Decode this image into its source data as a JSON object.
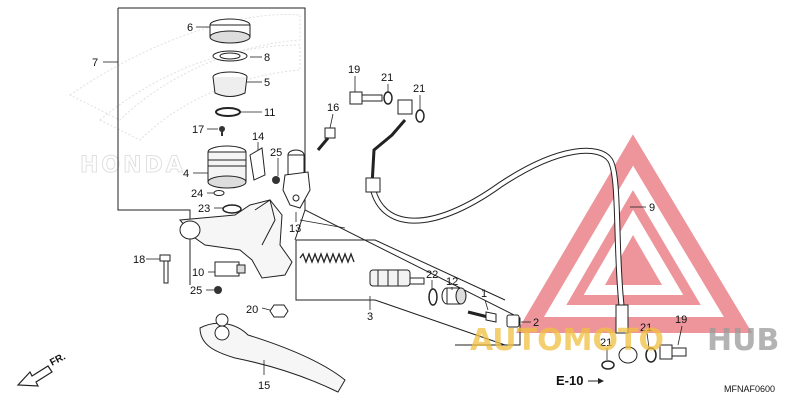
{
  "diagram": {
    "callouts": [
      {
        "id": "1"
      },
      {
        "id": "2"
      },
      {
        "id": "3"
      },
      {
        "id": "4"
      },
      {
        "id": "5"
      },
      {
        "id": "6"
      },
      {
        "id": "7"
      },
      {
        "id": "8"
      },
      {
        "id": "9"
      },
      {
        "id": "10"
      },
      {
        "id": "11"
      },
      {
        "id": "12"
      },
      {
        "id": "13"
      },
      {
        "id": "14"
      },
      {
        "id": "15"
      },
      {
        "id": "16"
      },
      {
        "id": "17"
      },
      {
        "id": "18"
      },
      {
        "id": "19a"
      },
      {
        "id": "19b"
      },
      {
        "id": "20"
      },
      {
        "id": "21a"
      },
      {
        "id": "21b"
      },
      {
        "id": "21c"
      },
      {
        "id": "21d"
      },
      {
        "id": "22"
      },
      {
        "id": "23"
      },
      {
        "id": "24"
      },
      {
        "id": "25a"
      },
      {
        "id": "25b"
      }
    ],
    "labels": {
      "c1": "1",
      "c2": "2",
      "c3": "3",
      "c4": "4",
      "c5": "5",
      "c6": "6",
      "c7": "7",
      "c8": "8",
      "c9": "9",
      "c10": "10",
      "c11": "11",
      "c12": "12",
      "c13": "13",
      "c14": "14",
      "c15": "15",
      "c16": "16",
      "c17": "17",
      "c18": "18",
      "c19a": "19",
      "c19b": "19",
      "c20": "20",
      "c21a": "21",
      "c21b": "21",
      "c21c": "21",
      "c21d": "21",
      "c22": "22",
      "c23": "23",
      "c24": "24",
      "c25a": "25",
      "c25b": "25"
    },
    "direction_label": "FR.",
    "reference_label": "E-10",
    "drawing_code": "MFNAF0600",
    "background_logo_text": "HONDA"
  },
  "watermark": {
    "text_part1": "AUTOMOTO",
    "text_part2": "HUB",
    "colors": {
      "triangle": "#e0404a",
      "part1": "#f0c040",
      "part2": "#9a9a9a"
    }
  }
}
